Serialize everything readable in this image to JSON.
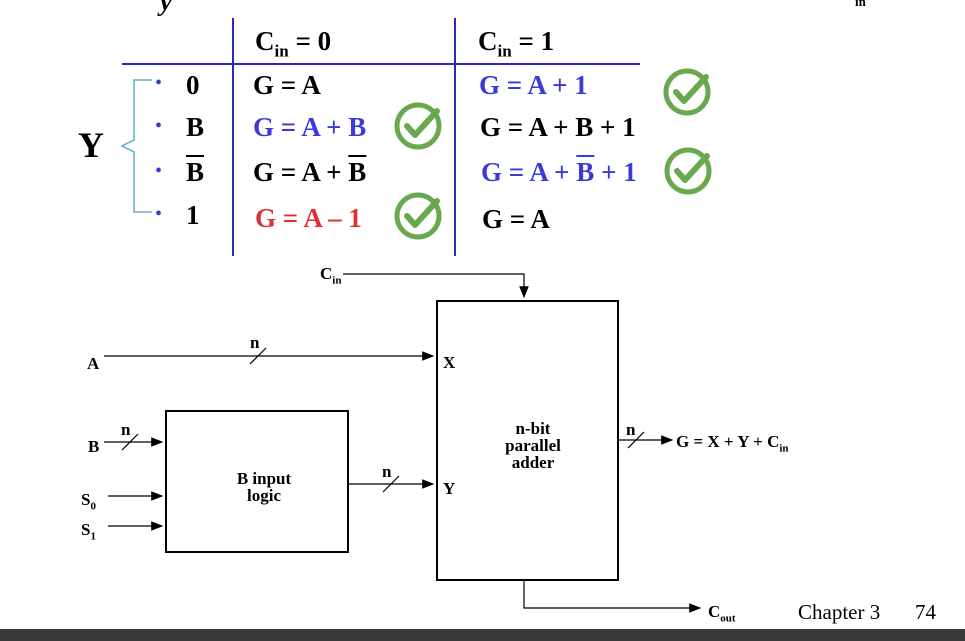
{
  "header": {
    "cut_left": "y",
    "cut_right": "in"
  },
  "table": {
    "cin0_label": "C",
    "cin0_sub": "in",
    "cin0_eq": " = 0",
    "cin1_label": "C",
    "cin1_sub": "in",
    "cin1_eq": " = 1",
    "y_label": "Y",
    "rows": [
      {
        "bullet": "•",
        "y": "0",
        "c0": "G = A",
        "c1": "G = A + 1"
      },
      {
        "bullet": "•",
        "y": "B",
        "c0": "G = A + B",
        "c1": "G = A + B + 1"
      },
      {
        "bullet": "•",
        "y": "B",
        "c0_pre": "G = A + ",
        "c0_bar": "B",
        "c1_pre": "G = A + ",
        "c1_bar": "B",
        "c1_post": " + 1"
      },
      {
        "bullet": "•",
        "y": "1",
        "c0": "G = A – 1",
        "c1": "G = A"
      }
    ],
    "colors": {
      "blue": "#3a3ad8",
      "red": "#e03030",
      "check": "#6aa84f",
      "divider": "#2a2ab0"
    }
  },
  "diagram": {
    "cin": "C",
    "cin_sub": "in",
    "a": "A",
    "b": "B",
    "s0": "S",
    "s0_sub": "0",
    "s1": "S",
    "s1_sub": "1",
    "n": "n",
    "x_port": "X",
    "y_port": "Y",
    "b_logic_line1": "B input",
    "b_logic_line2": "logic",
    "adder_line1": "n-bit",
    "adder_line2": "parallel",
    "adder_line3": "adder",
    "output": "G = X + Y + C",
    "output_sub": "in",
    "cout": "C",
    "cout_sub": "out"
  },
  "footer": {
    "chapter": "Chapter 3",
    "page": "74"
  }
}
